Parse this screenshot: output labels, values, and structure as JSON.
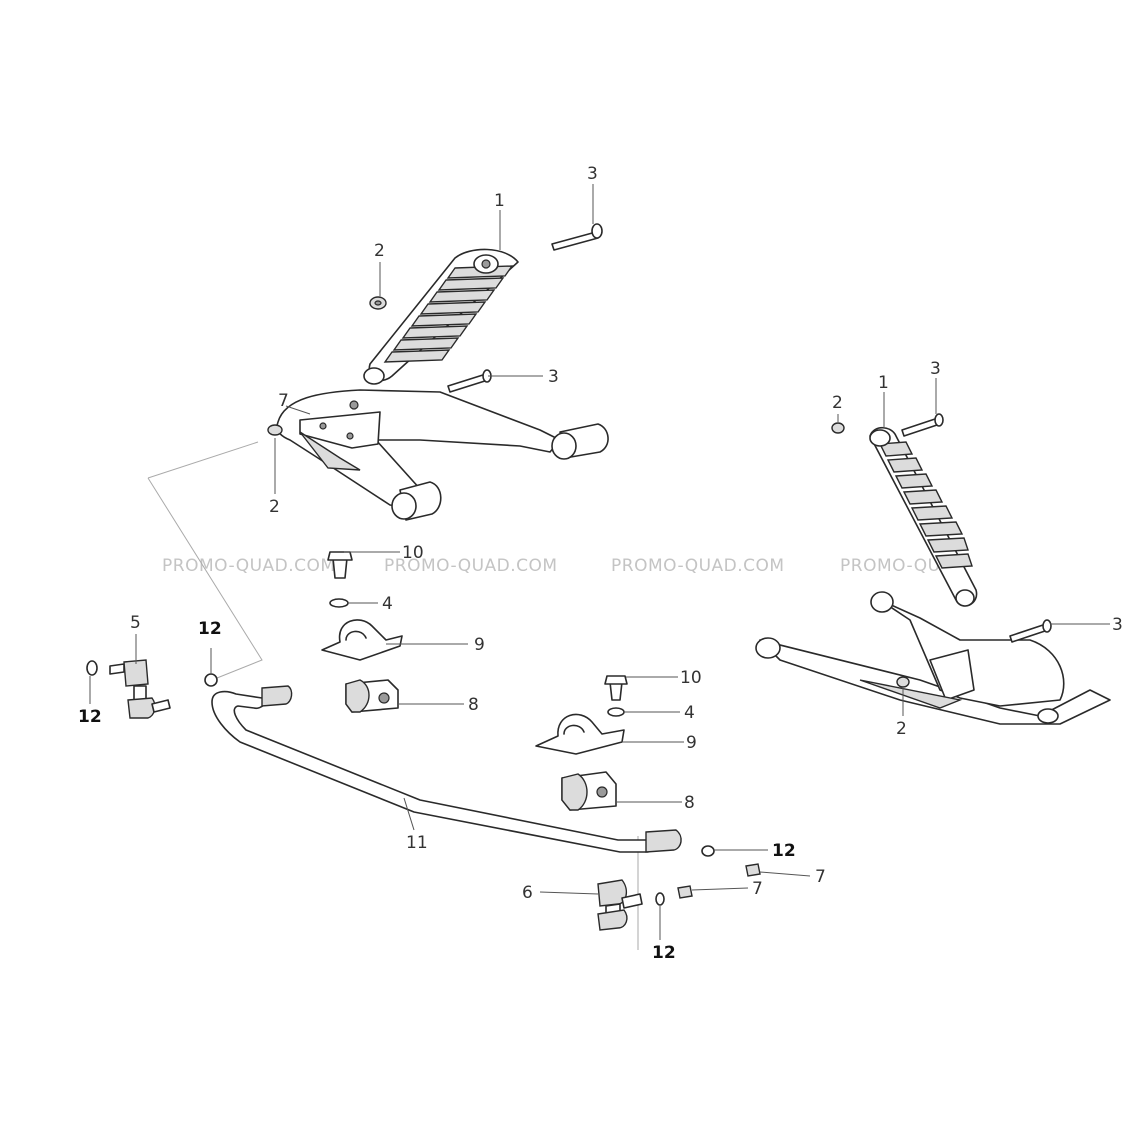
{
  "watermark": {
    "text_1": "PROMO-QUAD.COM",
    "text_2": "PROMO-QUAD.COM",
    "text_3": "PROMO-QUAD.COM",
    "text_4": "PROMO-QUA"
  },
  "callouts": {
    "l_shock_1": "1",
    "l_nut_2": "2",
    "l_bolt_3_top": "3",
    "l_bolt_3_arm": "3",
    "l_7": "7",
    "l_nut_2_arm": "2",
    "c_bolt_10_a": "10",
    "c_washer_4_a": "4",
    "c_bracket_9_a": "9",
    "c_bush_8_a": "8",
    "c_bolt_10_b": "10",
    "c_washer_4_b": "4",
    "c_bracket_9_b": "9",
    "c_bush_8_b": "8",
    "link_5": "5",
    "ring_12_a": "12",
    "ring_12_b": "12",
    "bar_11": "11",
    "ring_12_c": "12",
    "nut_7_a": "7",
    "nut_7_b": "7",
    "link_6": "6",
    "ring_12_d": "12",
    "r_shock_1": "1",
    "r_nut_2": "2",
    "r_bolt_3_top": "3",
    "r_bolt_3_arm": "3",
    "r_nut_2_arm": "2"
  }
}
